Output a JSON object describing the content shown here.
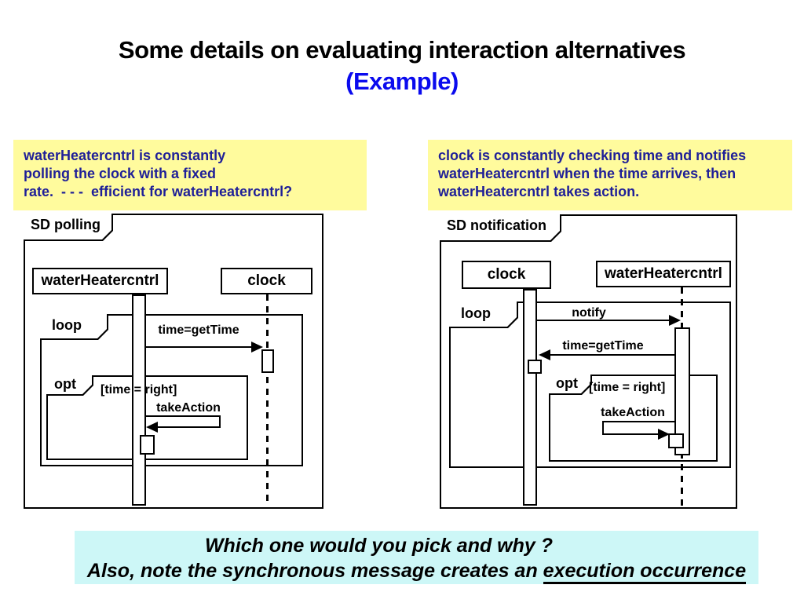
{
  "slide": {
    "title_line1": "Some details on evaluating interaction alternatives",
    "title_line2": "(Example)"
  },
  "notes": {
    "polling": {
      "line1": "waterHeatercntrl is constantly",
      "line2": "polling the clock with a fixed",
      "line3": "rate.  - - -  efficient for waterHeatercntrl?"
    },
    "notification": {
      "line1": "clock is constantly checking time and notifies",
      "line2": "waterHeatercntrl when the time arrives, then",
      "line3": "waterHeatercntrl takes action."
    }
  },
  "diagrams": {
    "polling": {
      "frame_label": "SD polling",
      "lifeline_left": "waterHeatercntrl",
      "lifeline_right": "clock",
      "loop_label": "loop",
      "opt_label": "opt",
      "guard": "[time = right]",
      "msg_gettime": "time=getTime",
      "msg_takeaction": "takeAction"
    },
    "notification": {
      "frame_label": "SD notification",
      "lifeline_left": "clock",
      "lifeline_right": "waterHeatercntrl",
      "loop_label": "loop",
      "opt_label": "opt",
      "guard": "[time = right]",
      "msg_notify": "notify",
      "msg_gettime": "time=getTime",
      "msg_takeaction": "takeAction"
    }
  },
  "footer": {
    "line1": "Which one would you pick and why ?",
    "line2_prefix": "Also, note the synchronous message creates an ",
    "line2_underline": "execution occurrence"
  },
  "colors": {
    "note_bg": "#fffb9d",
    "note_text": "#1f1f98",
    "accent_blue": "#0a0aee",
    "footer_bg": "#cdf7f7",
    "line": "#000000"
  }
}
